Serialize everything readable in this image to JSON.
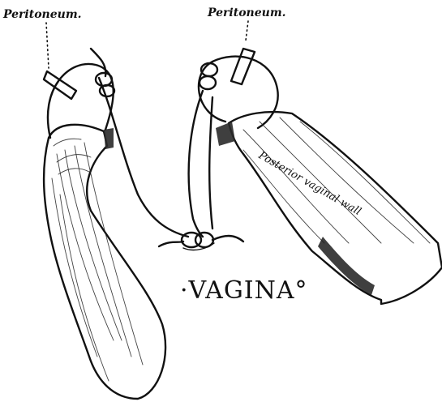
{
  "labels": {
    "peritoneum_left": "Peritoneum.",
    "peritoneum_right": "Peritoneum.",
    "vagina": "·VAGINA°",
    "wall_text": "Posterior vaginal wall"
  },
  "colors": {
    "ink": "#111111",
    "background": "#ffffff"
  }
}
